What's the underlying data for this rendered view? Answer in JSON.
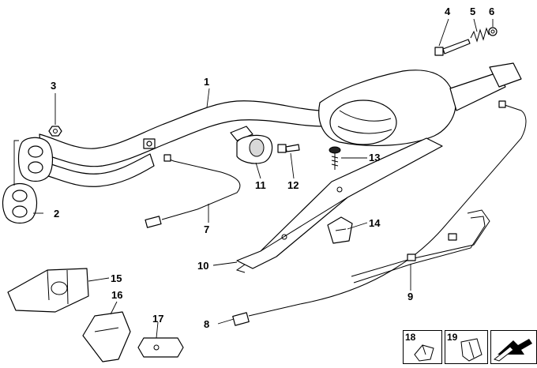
{
  "diagram": {
    "callouts": [
      {
        "id": "c1",
        "text": "1"
      },
      {
        "id": "c2",
        "text": "2"
      },
      {
        "id": "c3",
        "text": "3"
      },
      {
        "id": "c4",
        "text": "4"
      },
      {
        "id": "c5",
        "text": "5"
      },
      {
        "id": "c6",
        "text": "6"
      },
      {
        "id": "c7",
        "text": "7"
      },
      {
        "id": "c8",
        "text": "8"
      },
      {
        "id": "c9",
        "text": "9"
      },
      {
        "id": "c10",
        "text": "10"
      },
      {
        "id": "c11",
        "text": "11"
      },
      {
        "id": "c12",
        "text": "12"
      },
      {
        "id": "c13",
        "text": "13"
      },
      {
        "id": "c14",
        "text": "14"
      },
      {
        "id": "c15",
        "text": "15"
      },
      {
        "id": "c16",
        "text": "16"
      },
      {
        "id": "c17",
        "text": "17"
      }
    ],
    "inset_boxes": [
      {
        "id": "b18",
        "text": "18"
      },
      {
        "id": "b19",
        "text": "19"
      }
    ]
  }
}
